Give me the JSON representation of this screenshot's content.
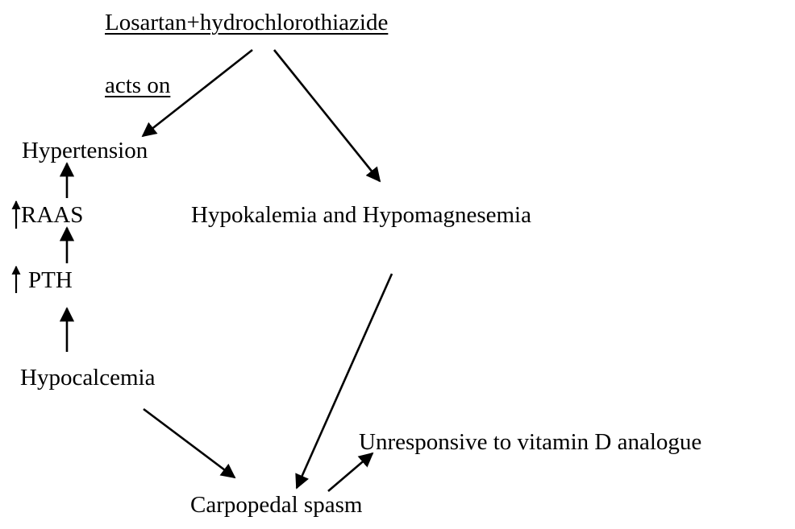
{
  "nodes": {
    "drug": "Losartan+hydrochlorothiazide",
    "acts_on": "acts on",
    "hypertension": "Hypertension",
    "raas": "RAAS",
    "pth": "PTH",
    "hypocalcemia": "Hypocalcemia",
    "hypokalemia_hypomagnesemia": "Hypokalemia and Hypomagnesemia",
    "unresponsive": "Unresponsive to vitamin D analogue",
    "carpopedal_spasm": "Carpopedal spasm"
  },
  "edges": [
    {
      "from": "drug",
      "to": "hypertension",
      "label": "acts on"
    },
    {
      "from": "drug",
      "to": "hypokalemia_hypomagnesemia"
    },
    {
      "from": "hypocalcemia",
      "to": "pth"
    },
    {
      "from": "pth",
      "to": "raas"
    },
    {
      "from": "raas",
      "to": "hypertension"
    },
    {
      "from": "hypokalemia_hypomagnesemia",
      "to": "carpopedal_spasm"
    },
    {
      "from": "hypocalcemia",
      "to": "carpopedal_spasm"
    },
    {
      "from": "carpopedal_spasm",
      "to": "unresponsive"
    }
  ],
  "markers": [
    {
      "node": "raas",
      "symbol": "increased"
    },
    {
      "node": "pth",
      "symbol": "increased"
    }
  ],
  "colors": {
    "text": "#000000",
    "arrow": "#000000",
    "background": "#ffffff"
  }
}
